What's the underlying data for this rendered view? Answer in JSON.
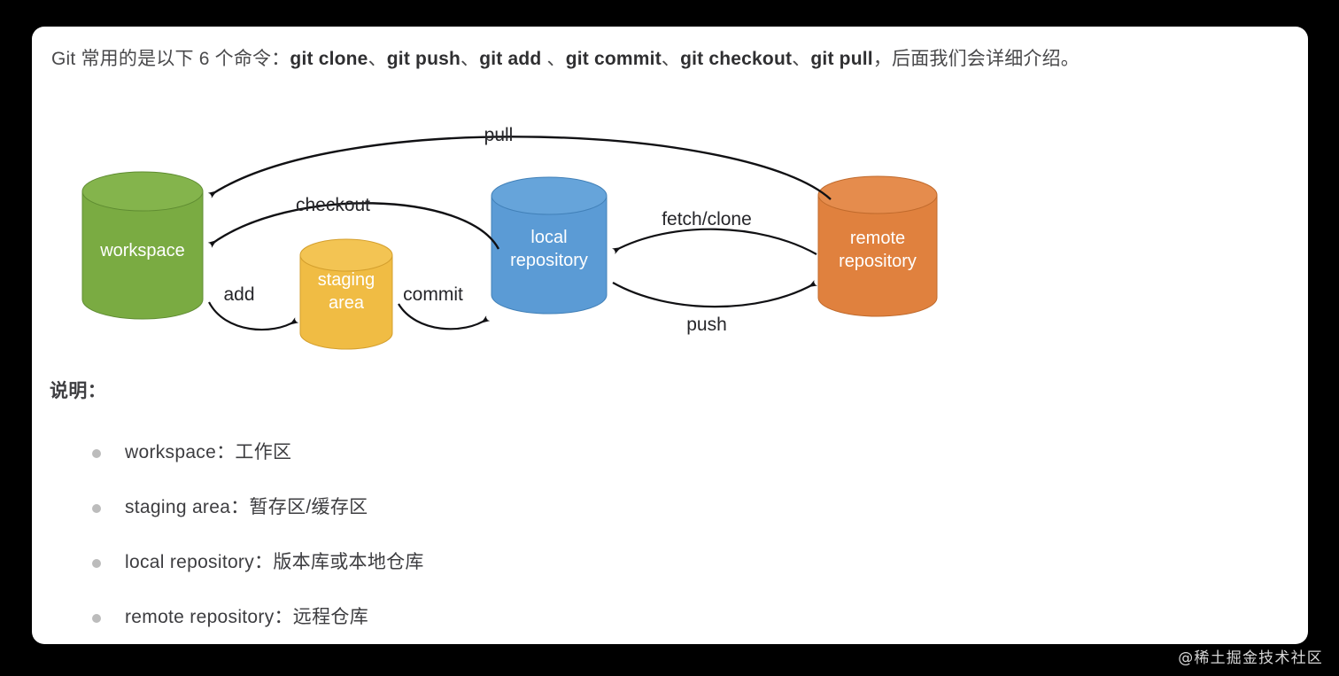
{
  "intro": {
    "prefix": "Git 常用的是以下 6 个命令：",
    "commands": [
      "git clone",
      "git push",
      "git add",
      "git commit",
      "git checkout",
      "git pull"
    ],
    "separator": "、",
    "suffix": "，后面我们会详细介绍。"
  },
  "diagram": {
    "nodes": [
      {
        "id": "workspace",
        "label_line1": "workspace",
        "label_line2": "",
        "color": "#7aab42"
      },
      {
        "id": "staging",
        "label_line1": "staging",
        "label_line2": "area",
        "color": "#f0bc44"
      },
      {
        "id": "local",
        "label_line1": "local",
        "label_line2": "repository",
        "color": "#5b9bd5"
      },
      {
        "id": "remote",
        "label_line1": "remote",
        "label_line2": "repository",
        "color": "#e0813e"
      }
    ],
    "edges": [
      {
        "id": "pull",
        "label": "pull",
        "from": "remote",
        "to": "workspace"
      },
      {
        "id": "checkout",
        "label": "checkout",
        "from": "local",
        "to": "workspace"
      },
      {
        "id": "add",
        "label": "add",
        "from": "workspace",
        "to": "staging"
      },
      {
        "id": "commit",
        "label": "commit",
        "from": "staging",
        "to": "local"
      },
      {
        "id": "fetch-clone",
        "label": "fetch/clone",
        "from": "remote",
        "to": "local"
      },
      {
        "id": "push",
        "label": "push",
        "from": "local",
        "to": "remote"
      }
    ]
  },
  "notes": {
    "heading": "说明：",
    "items": [
      {
        "term": "workspace：",
        "desc": "工作区"
      },
      {
        "term": "staging area：",
        "desc": "暂存区/缓存区"
      },
      {
        "term": "local repository：",
        "desc": "版本库或本地仓库"
      },
      {
        "term": "remote repository：",
        "desc": "远程仓库"
      }
    ]
  },
  "watermark": {
    "text": "@稀土掘金技术社区"
  }
}
